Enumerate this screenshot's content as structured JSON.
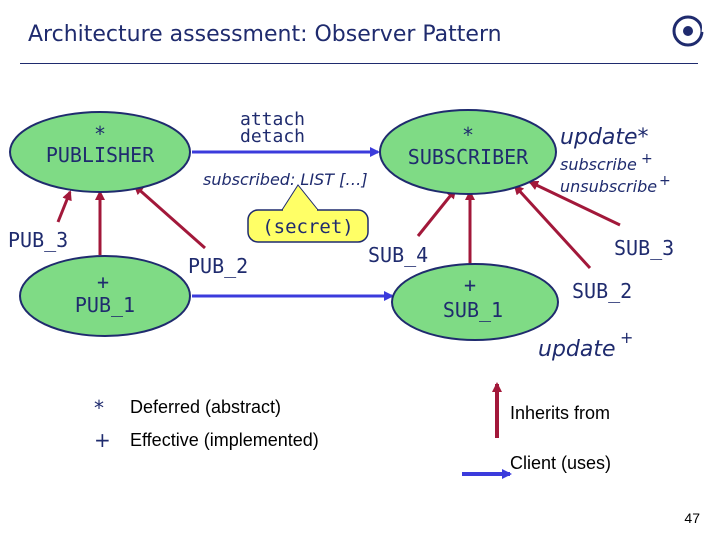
{
  "title": "Architecture assessment: Observer Pattern",
  "logo_icon": "eiffel-logo-icon",
  "classes": {
    "publisher": {
      "marker": "*",
      "name": "PUBLISHER"
    },
    "subscriber": {
      "marker": "*",
      "name": "SUBSCRIBER"
    },
    "pub_3": {
      "name": "PUB_3"
    },
    "pub_2": {
      "name": "PUB_2"
    },
    "pub_1": {
      "marker": "+",
      "name": "PUB_1"
    },
    "sub_4": {
      "name": "SUB_4"
    },
    "sub_3": {
      "name": "SUB_3"
    },
    "sub_2": {
      "name": "SUB_2"
    },
    "sub_1": {
      "marker": "+",
      "name": "SUB_1"
    }
  },
  "features": {
    "attach": "attach",
    "detach": "detach",
    "subscribed": "subscribed: LIST […]",
    "secret": "(secret)",
    "update_deferred": "update*",
    "subscribe": "subscribe",
    "unsubscribe": "unsubscribe",
    "plus": "+",
    "update_effective": "update"
  },
  "legend": {
    "deferred_symbol": "*",
    "deferred_label": "Deferred (abstract)",
    "effective_symbol": "+",
    "effective_label": "Effective (implemented)",
    "inherits_label": "Inherits from",
    "client_label": "Client (uses)"
  },
  "page_number": "47",
  "colors": {
    "ellipse_fill": "#7fdb85",
    "ellipse_stroke": "#1f2b6e",
    "text": "#1f2b6e",
    "inherit_arrow": "#a2183a",
    "client_arrow": "#3b3bdc",
    "secret_fill": "#ffff66",
    "title": "#1f2b6e"
  }
}
